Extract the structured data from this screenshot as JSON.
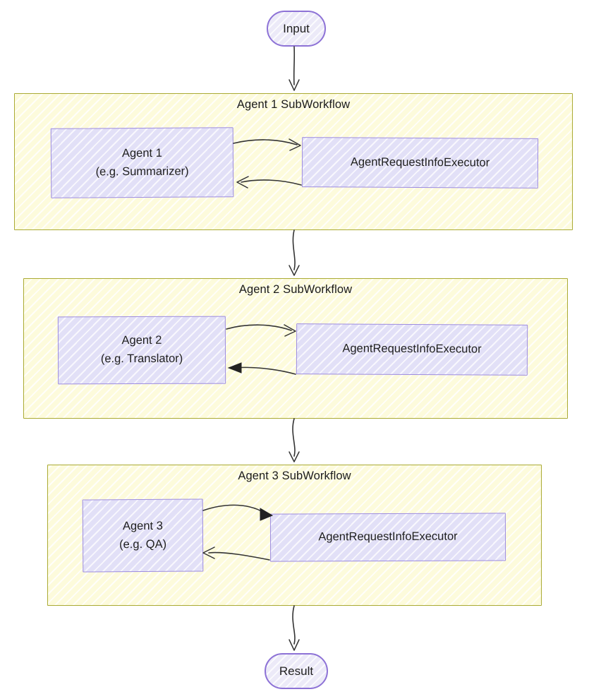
{
  "diagram": {
    "type": "flowchart",
    "style": "hand-drawn",
    "direction": "top-to-bottom",
    "colors": {
      "subgraph_fill": "#fdfbdc",
      "subgraph_border": "#aaaa33",
      "node_fill": "#e2e0f7",
      "node_border": "#9d8ce0",
      "terminal_fill": "#eceaf8",
      "terminal_border": "#8d72d6",
      "edge_stroke": "#333333",
      "text": "#1f1f1f",
      "background": "#ffffff"
    }
  },
  "terminals": {
    "input": {
      "label": "Input"
    },
    "result": {
      "label": "Result"
    }
  },
  "subworkflows": [
    {
      "id": "agent1-subworkflow",
      "title": "Agent 1 SubWorkflow",
      "agent": {
        "line1": "Agent 1",
        "line2": "(e.g. Summarizer)"
      },
      "executor": {
        "label": "AgentRequestInfoExecutor"
      }
    },
    {
      "id": "agent2-subworkflow",
      "title": "Agent 2 SubWorkflow",
      "agent": {
        "line1": "Agent 2",
        "line2": "(e.g. Translator)"
      },
      "executor": {
        "label": "AgentRequestInfoExecutor"
      }
    },
    {
      "id": "agent3-subworkflow",
      "title": "Agent 3 SubWorkflow",
      "agent": {
        "line1": "Agent 3",
        "line2": "(e.g. QA)"
      },
      "executor": {
        "label": "AgentRequestInfoExecutor"
      }
    }
  ],
  "edges": [
    {
      "from": "Input",
      "to": "Agent 1 SubWorkflow",
      "kind": "arrow"
    },
    {
      "from": "Agent 1",
      "to": "AgentRequestInfoExecutor",
      "kind": "arrow"
    },
    {
      "from": "AgentRequestInfoExecutor",
      "to": "Agent 1",
      "kind": "arrow"
    },
    {
      "from": "Agent 1 SubWorkflow",
      "to": "Agent 2 SubWorkflow",
      "kind": "arrow"
    },
    {
      "from": "Agent 2",
      "to": "AgentRequestInfoExecutor",
      "kind": "arrow"
    },
    {
      "from": "AgentRequestInfoExecutor",
      "to": "Agent 2",
      "kind": "arrow"
    },
    {
      "from": "Agent 2 SubWorkflow",
      "to": "Agent 3 SubWorkflow",
      "kind": "arrow"
    },
    {
      "from": "Agent 3",
      "to": "AgentRequestInfoExecutor",
      "kind": "arrow"
    },
    {
      "from": "AgentRequestInfoExecutor",
      "to": "Agent 3",
      "kind": "arrow"
    },
    {
      "from": "Agent 3 SubWorkflow",
      "to": "Result",
      "kind": "arrow"
    }
  ]
}
